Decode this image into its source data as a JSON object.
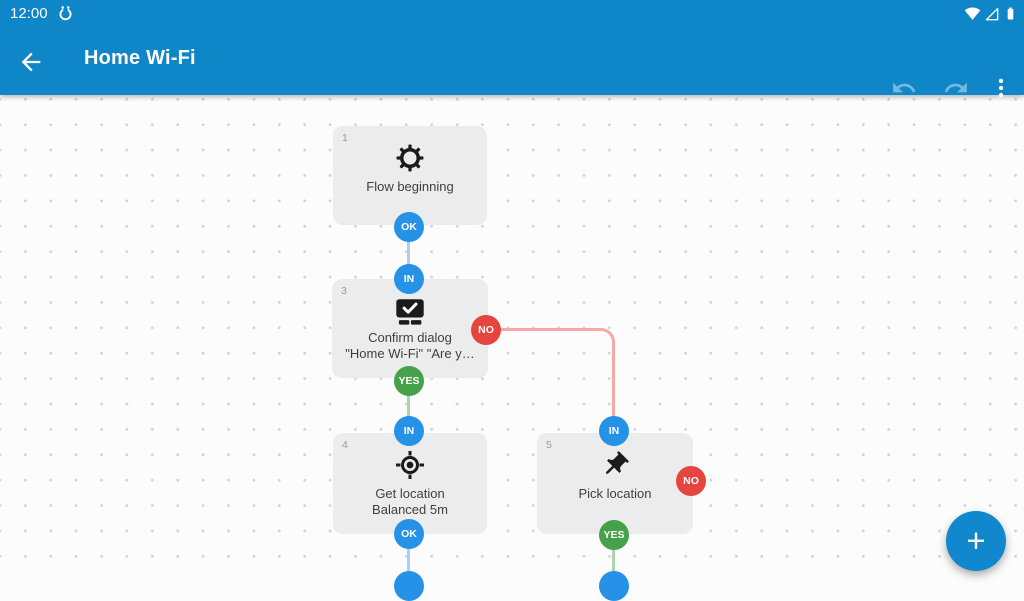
{
  "status_bar": {
    "time": "12:00",
    "icons": [
      "automate-flow-icon",
      "wifi-icon",
      "cell-signal-icon",
      "battery-icon"
    ]
  },
  "app_bar": {
    "title": "Home Wi-Fi",
    "back": "back-arrow",
    "undo": "undo",
    "redo": "redo",
    "menu": "overflow-menu"
  },
  "flow": {
    "blocks": [
      {
        "number": "1",
        "icon": "gear-icon",
        "title": "Flow beginning",
        "subtitle": "",
        "ports": [
          {
            "label": "OK"
          }
        ]
      },
      {
        "number": "3",
        "icon": "confirm-dialog-icon",
        "title": "Confirm dialog",
        "subtitle": "\"Home Wi-Fi\" \"Are y…",
        "ports": [
          {
            "label": "IN"
          },
          {
            "label": "NO"
          },
          {
            "label": "YES"
          }
        ]
      },
      {
        "number": "4",
        "icon": "gps-crosshair-icon",
        "title": "Get location",
        "subtitle": "Balanced 5m",
        "ports": [
          {
            "label": "IN"
          },
          {
            "label": "OK"
          }
        ]
      },
      {
        "number": "5",
        "icon": "pushpin-icon",
        "title": "Pick location",
        "subtitle": "",
        "ports": [
          {
            "label": "IN"
          },
          {
            "label": "NO"
          },
          {
            "label": "YES"
          }
        ]
      }
    ]
  },
  "fab": {
    "label": "+"
  },
  "colors": {
    "app_bar": "#0e86c8",
    "badge_blue": "#2592e7",
    "badge_green": "#45a14a",
    "badge_red": "#e5453e",
    "line_blue": "#a9d0f1",
    "line_green": "#abd5ac",
    "line_red": "#f5a8a5",
    "block_bg": "#ececec",
    "canvas_bg": "#fcfcfc"
  }
}
